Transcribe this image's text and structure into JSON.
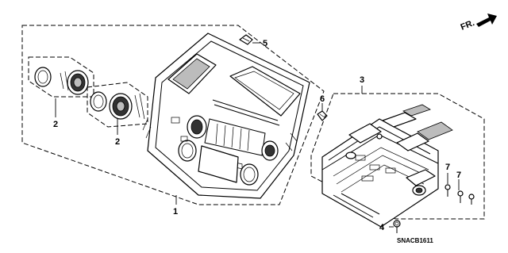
{
  "direction_indicator": {
    "label": "FR."
  },
  "callouts": [
    {
      "id": "c1",
      "text": "1"
    },
    {
      "id": "c2a",
      "text": "2"
    },
    {
      "id": "c2b",
      "text": "2"
    },
    {
      "id": "c3",
      "text": "3"
    },
    {
      "id": "c4",
      "text": "4"
    },
    {
      "id": "c5",
      "text": "5"
    },
    {
      "id": "c6",
      "text": "6"
    },
    {
      "id": "c7a",
      "text": "7"
    },
    {
      "id": "c7b",
      "text": "7"
    }
  ],
  "diagram_code": "SNACB1611"
}
